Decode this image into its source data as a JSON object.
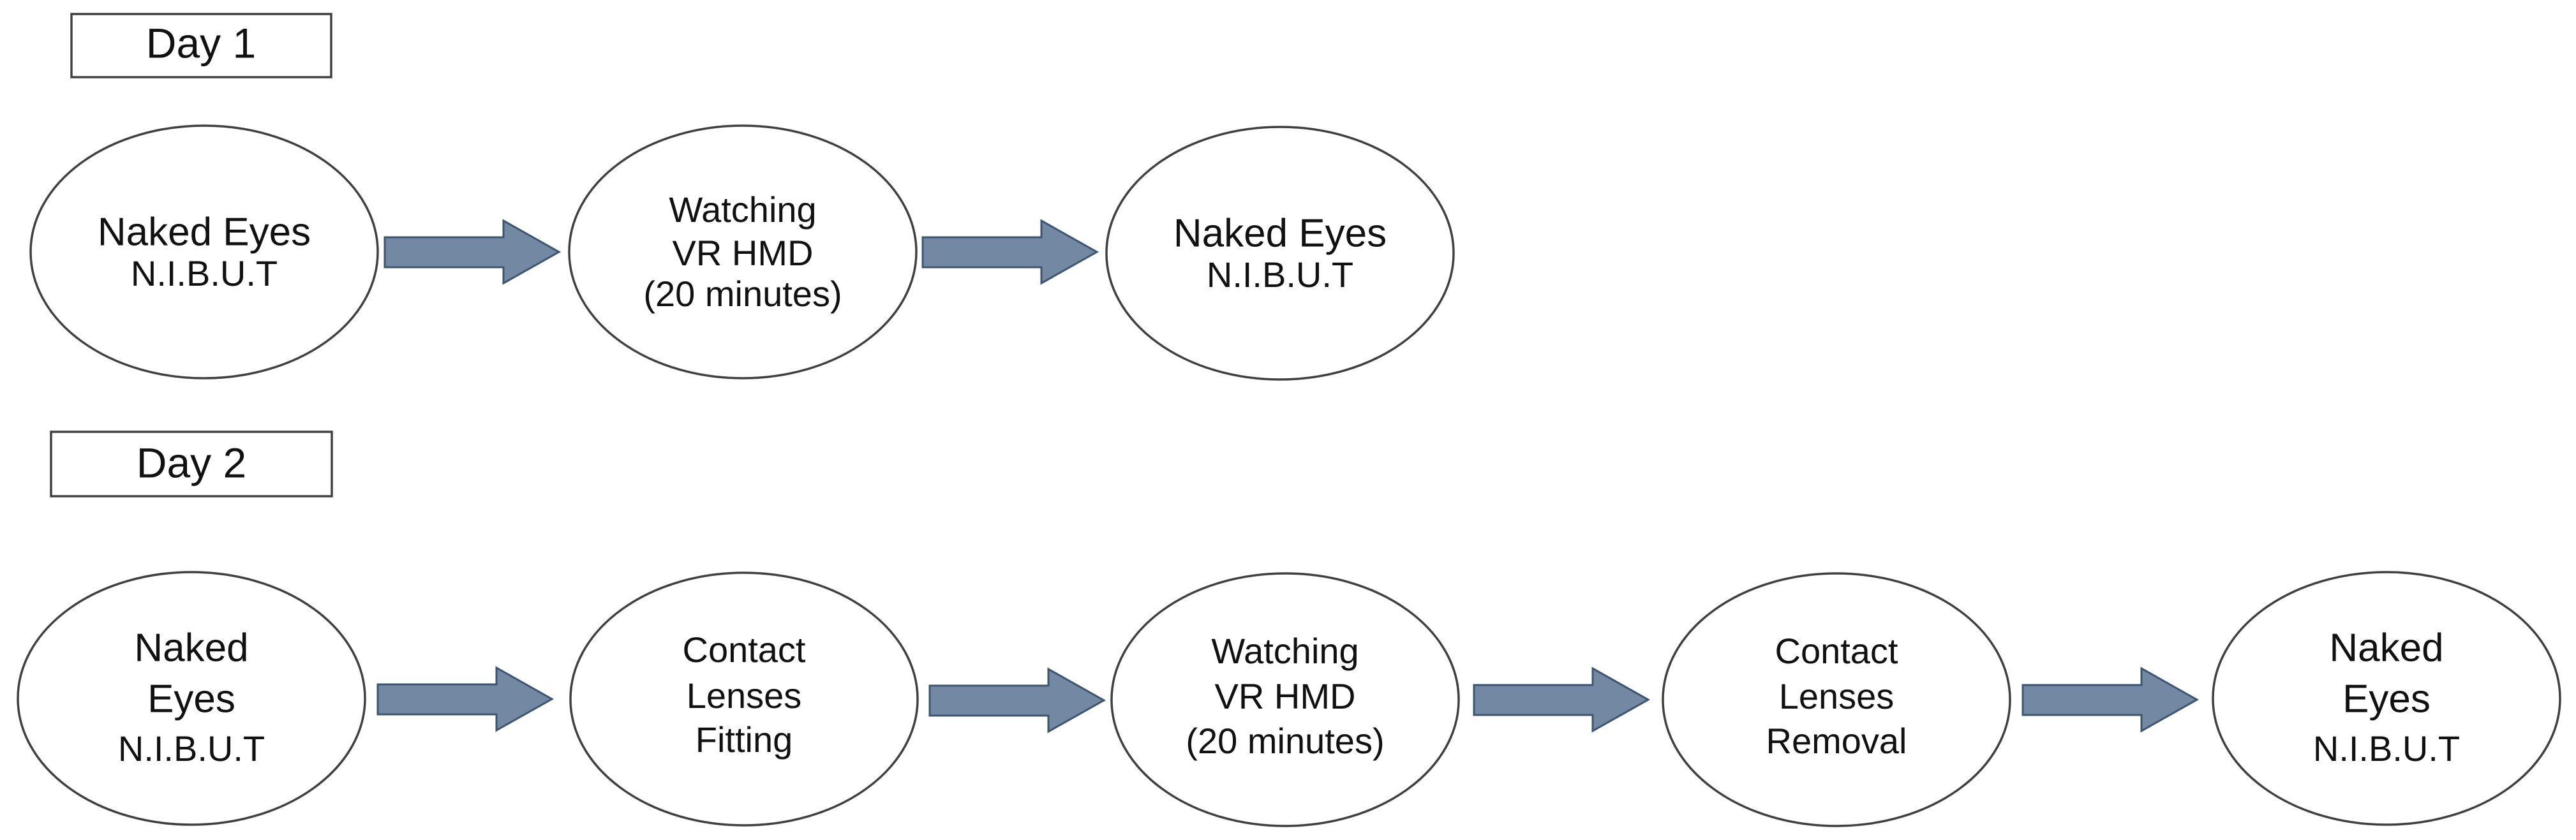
{
  "day1": {
    "label": "Day 1",
    "steps": [
      {
        "lines": [
          "Naked Eyes",
          "N.I.B.U.T"
        ]
      },
      {
        "lines": [
          "Watching",
          "VR HMD",
          "(20 minutes)"
        ]
      },
      {
        "lines": [
          "Naked Eyes",
          "N.I.B.U.T"
        ]
      }
    ]
  },
  "day2": {
    "label": "Day 2",
    "steps": [
      {
        "lines": [
          "Naked",
          "Eyes",
          "N.I.B.U.T"
        ]
      },
      {
        "lines": [
          "Contact",
          "Lenses",
          "Fitting"
        ]
      },
      {
        "lines": [
          "Watching",
          "VR HMD",
          "(20 minutes)"
        ]
      },
      {
        "lines": [
          "Contact",
          "Lenses",
          "Removal"
        ]
      },
      {
        "lines": [
          "Naked",
          "Eyes",
          "N.I.B.U.T"
        ]
      }
    ]
  },
  "colors": {
    "arrow_fill": "#7388a2",
    "arrow_stroke": "#3e556f",
    "outline": "#404040"
  }
}
